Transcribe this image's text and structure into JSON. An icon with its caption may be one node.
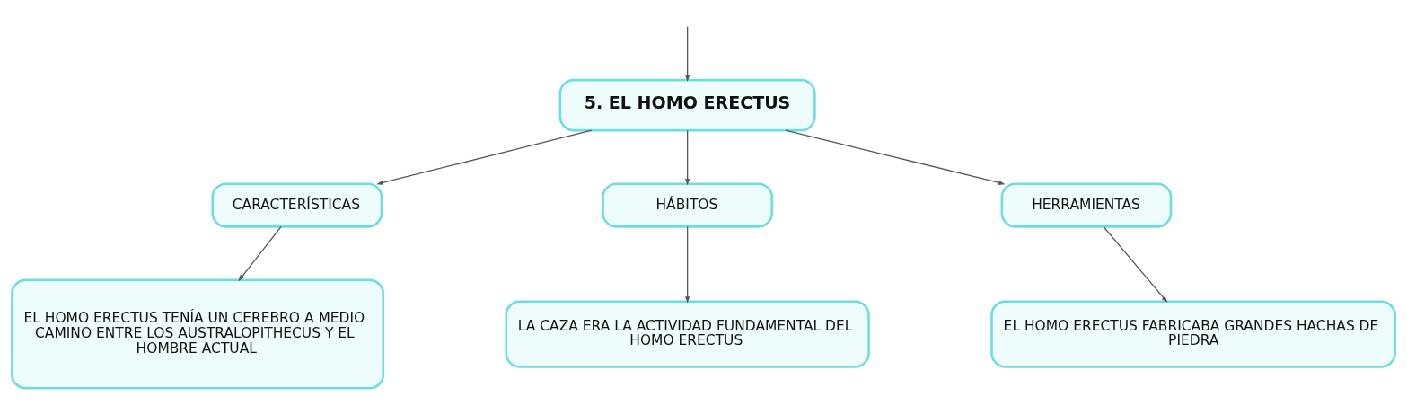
{
  "diagram": {
    "nodes": [
      {
        "text": [
          "5. EL HOMO ERECTUS"
        ]
      },
      {
        "text": [
          "CARACTERÍSTICAS"
        ]
      },
      {
        "text": [
          "HÁBITOS"
        ]
      },
      {
        "text": [
          "HERRAMIENTAS"
        ]
      },
      {
        "text": [
          "EL HOMO ERECTUS TENÍA UN CEREBRO A MEDIO CAMINO ENTRE LOS AUSTRALOPITHECUS Y EL HOMBRE ACTUAL"
        ]
      },
      {
        "text": [
          "LA CAZA ERA LA ACTIVIDAD FUNDAMENTAL DEL HOMO ERECTUS"
        ]
      },
      {
        "text": [
          "EL HOMO ERECTUS FABRICABA GRANDES HACHAS DE PIEDRA"
        ]
      }
    ],
    "edges": [
      {
        "from": null,
        "to": 0,
        "arrow": "to"
      },
      {
        "from": 0,
        "to": 1,
        "arrow": "to"
      },
      {
        "from": 0,
        "to": 2,
        "arrow": "to"
      },
      {
        "from": 0,
        "to": 3,
        "arrow": "to"
      },
      {
        "from": 1,
        "to": 4,
        "arrow": "to"
      },
      {
        "from": 2,
        "to": 5,
        "arrow": "to"
      },
      {
        "from": 3,
        "to": 6,
        "arrow": "to"
      }
    ]
  }
}
